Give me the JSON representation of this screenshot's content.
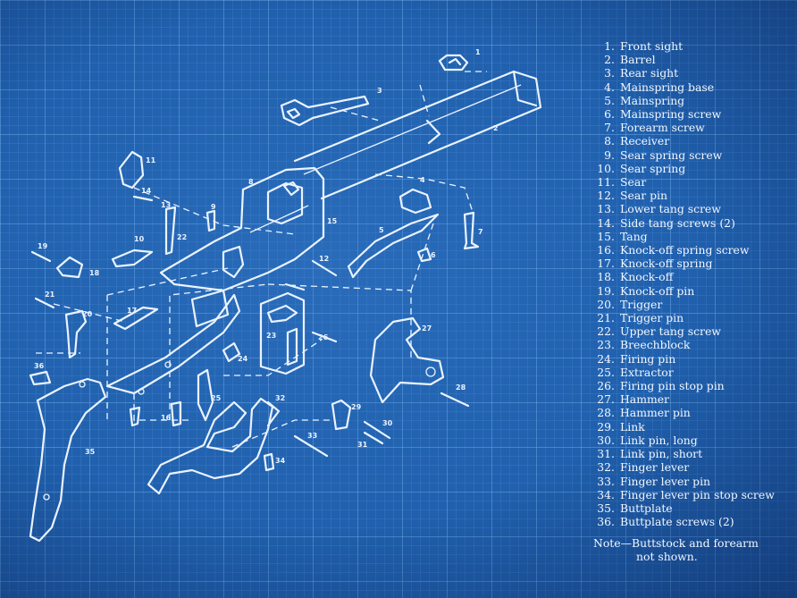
{
  "parts_list": [
    {
      "num": "1.",
      "name": "Front sight"
    },
    {
      "num": "2.",
      "name": "Barrel"
    },
    {
      "num": "3.",
      "name": "Rear sight"
    },
    {
      "num": "4.",
      "name": "Mainspring base"
    },
    {
      "num": "5.",
      "name": "Mainspring"
    },
    {
      "num": "6.",
      "name": "Mainspring screw"
    },
    {
      "num": "7.",
      "name": "Forearm screw"
    },
    {
      "num": "8.",
      "name": "Receiver"
    },
    {
      "num": "9.",
      "name": "Sear spring screw"
    },
    {
      "num": "10.",
      "name": "Sear spring"
    },
    {
      "num": "11.",
      "name": "Sear"
    },
    {
      "num": "12.",
      "name": "Sear pin"
    },
    {
      "num": "13.",
      "name": "Lower tang screw"
    },
    {
      "num": "14.",
      "name": "Side tang screws (2)"
    },
    {
      "num": "15.",
      "name": "Tang"
    },
    {
      "num": "16.",
      "name": "Knock-off spring screw"
    },
    {
      "num": "17.",
      "name": "Knock-off spring"
    },
    {
      "num": "18.",
      "name": "Knock-off"
    },
    {
      "num": "19.",
      "name": "Knock-off pin"
    },
    {
      "num": "20.",
      "name": "Trigger"
    },
    {
      "num": "21.",
      "name": "Trigger pin"
    },
    {
      "num": "22.",
      "name": "Upper tang screw"
    },
    {
      "num": "23.",
      "name": "Breechblock"
    },
    {
      "num": "24.",
      "name": "Firing pin"
    },
    {
      "num": "25.",
      "name": "Extractor"
    },
    {
      "num": "26.",
      "name": "Firing pin stop pin"
    },
    {
      "num": "27.",
      "name": "Hammer"
    },
    {
      "num": "28.",
      "name": "Hammer pin"
    },
    {
      "num": "29.",
      "name": "Link"
    },
    {
      "num": "30.",
      "name": "Link pin, long"
    },
    {
      "num": "31.",
      "name": "Link pin, short"
    },
    {
      "num": "32.",
      "name": "Finger lever"
    },
    {
      "num": "33.",
      "name": "Finger lever pin"
    },
    {
      "num": "34.",
      "name": "Finger lever pin stop screw"
    },
    {
      "num": "35.",
      "name": "Buttplate"
    },
    {
      "num": "36.",
      "name": "Buttplate screws (2)"
    }
  ],
  "note": {
    "line1": "Note—Buttstock and forearm",
    "line2": "not shown."
  },
  "callouts": {
    "c1": "1",
    "c2": "2",
    "c3": "3",
    "c4": "4",
    "c5": "5",
    "c6": "6",
    "c7": "7",
    "c8": "8",
    "c9": "9",
    "c10": "10",
    "c11": "11",
    "c12": "12",
    "c13": "13",
    "c14": "14",
    "c15": "15",
    "c16": "16",
    "c17": "17",
    "c18": "18",
    "c19": "19",
    "c20": "20",
    "c21": "21",
    "c22": "22",
    "c23": "23",
    "c24": "24",
    "c25": "25",
    "c26": "26",
    "c27": "27",
    "c28": "28",
    "c29": "29",
    "c30": "30",
    "c31": "31",
    "c32": "32",
    "c33": "33",
    "c34": "34",
    "c35": "35",
    "c36": "36"
  },
  "colors": {
    "blueprint_background": "#2060ad",
    "line_color": "#eaf3ff"
  }
}
